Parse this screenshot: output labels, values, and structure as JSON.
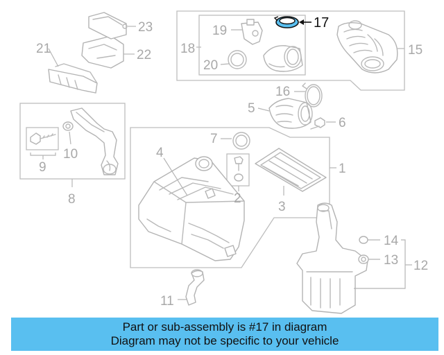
{
  "highlight_color": "#59bff0",
  "callouts": {
    "c1": "1",
    "c2": "2",
    "c3": "3",
    "c4": "4",
    "c5": "5",
    "c6": "6",
    "c7": "7",
    "c8": "8",
    "c9": "9",
    "c10": "10",
    "c11": "11",
    "c12": "12",
    "c13": "13",
    "c14": "14",
    "c15": "15",
    "c16": "16",
    "c17": "17",
    "c18": "18",
    "c19": "19",
    "c20": "20",
    "c21": "21",
    "c22": "22",
    "c23": "23"
  },
  "banner": {
    "line1": "Part or sub-assembly is #17 in diagram",
    "line2": "Diagram may not be specific to your vehicle"
  }
}
